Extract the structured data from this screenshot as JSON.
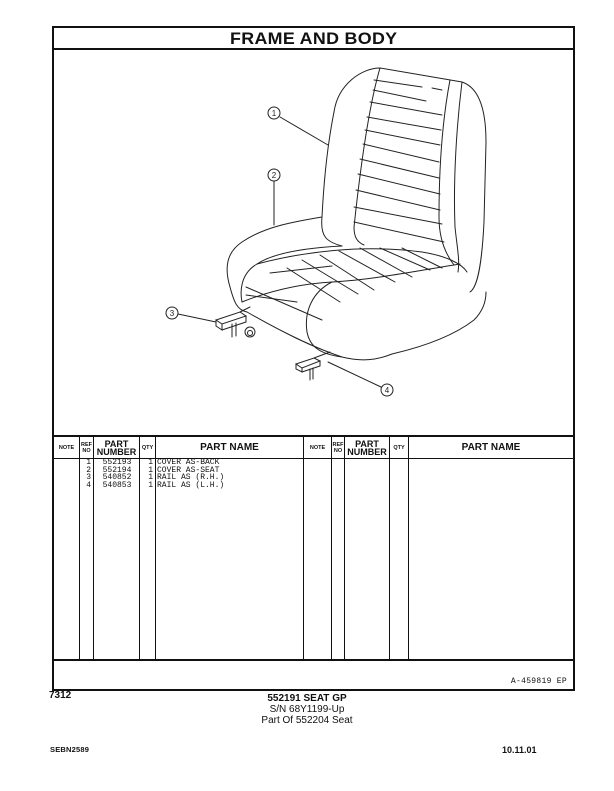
{
  "page": {
    "title": "FRAME AND BODY",
    "drawing_number": "A-459819 EP",
    "page_code": "7312",
    "caption": {
      "line1": "552191 SEAT GP",
      "line2": "S/N 68Y1199-Up",
      "line3": "Part Of 552204 Seat"
    },
    "document_id": "SEBN2589",
    "date": "10.11.01"
  },
  "illustration": {
    "description": "seat-exploded-view",
    "callouts": [
      "1",
      "2",
      "3",
      "4"
    ]
  },
  "table": {
    "headers": {
      "note": "NOTE",
      "ref_no": "REF NO",
      "ref_top": "REF",
      "ref_bottom": "NO",
      "part_number_top": "PART",
      "part_number_bottom": "NUMBER",
      "qty": "QTY",
      "part_name": "PART NAME"
    },
    "rows": [
      {
        "ref": "1",
        "part_number": "552193",
        "qty": "1",
        "part_name": "COVER AS-BACK"
      },
      {
        "ref": "2",
        "part_number": "552194",
        "qty": "1",
        "part_name": "COVER AS-SEAT"
      },
      {
        "ref": "3",
        "part_number": "540852",
        "qty": "1",
        "part_name": "RAIL AS (R.H.)"
      },
      {
        "ref": "4",
        "part_number": "540853",
        "qty": "1",
        "part_name": "RAIL AS (L.H.)"
      }
    ]
  }
}
